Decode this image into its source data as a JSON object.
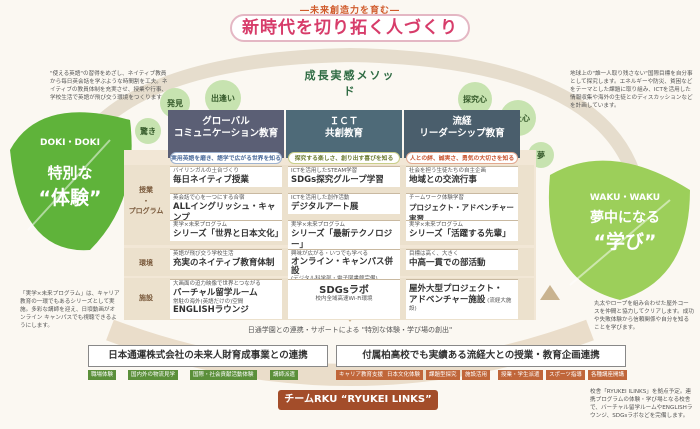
{
  "header": {
    "tagline": "―未来創造力を育む―",
    "title": "新時代を切り拓く人づくり",
    "method": "成長実感メソッド"
  },
  "notes": {
    "left_top": "\"使える英語\"の習得をめざし、ネイティブ教員から毎日英会話を学ぶような時間割を工夫。ネイティブの教員体制を充実させ、授業や行事、学校生活で英語が飛び交う環境をつくります。",
    "right_top": "地球上の\"誰一人取り残さない\"国際目標を自分事として探究します。エネルギーや防災、貧困などをテーマとした課題に取り組み、ICTを活用した情報収集や海外の生徒とのディスカッションなどを計画しています。",
    "left_bottom": "「実学×未来プログラム」は、キャリア教育の一環でもあるシリーズとして実施。多彩な講師を迎え、日頃動画がオンライン キャンパスでも視聴できるようにします。",
    "right_bottom": "丸太やロープを組み合わせた屋外コースを仲間と協力してクリアします。成功や失敗体験から信頼関係や自分を知ることを学びます。",
    "bottom_right": "校舎「RYUKEI ILINKS」を拠点予定。連携プログラムの体験・学び場となる校舎で、バーチャル留学ルームやENGLISHラウンジ、SDGsラボなどを完備します。"
  },
  "left_leaf": {
    "top": "DOKI・DOKI",
    "l1": "特別な",
    "l2": "“体験”"
  },
  "right_leaf": {
    "top": "WAKU・WAKU",
    "l1": "夢中になる",
    "l2": "“学び”"
  },
  "bubbles": {
    "b1": "驚き",
    "b2": "発見",
    "b3": "出逢い",
    "b4": "探究心",
    "b5": "向上心",
    "b6": "夢"
  },
  "columns": [
    {
      "head": "グローバル\nコミュニケーション教育",
      "pill": "実用英語を磨き、語学で広がる世界を知る"
    },
    {
      "head": "ＩＣＴ\n共創教育",
      "pill": "探究する楽しさ、創り出す喜びを知る"
    },
    {
      "head": "流経\nリーダーシップ教育",
      "pill": "人との絆、誠実さ、勇気の大切さを知る"
    }
  ],
  "row_labels": {
    "program1": "授業",
    "program2": "・",
    "program3": "プログラム",
    "env": "環境",
    "facility": "施設"
  },
  "cells": {
    "c1a_s": "バイリンガルの土台づくり",
    "c1a_h": "毎日ネイティブ授業",
    "c1b_s": "英会話で心を一つにする合宿",
    "c1b_h": "ALLイングリッシュ・キャンプ",
    "c1c_s": "実学×未来プログラム",
    "c1c_h": "シリーズ「世界と日本文化」",
    "c2a_s": "ICTを活用したSTEAM学習",
    "c2a_h": "SDGs探究グループ学習",
    "c2b_s": "ICTを活用した創作活動",
    "c2b_h": "デジタルアート展",
    "c2c_s": "実学×未来プログラム",
    "c2c_h": "シリーズ「最新テクノロジー」",
    "c3a_s": "社会を担う生徒たちの自主企画",
    "c3a_h": "地域との交流行事",
    "c3b_s": "チームワーク体験学習",
    "c3b_h": "プロジェクト・アドベンチャー実習",
    "c3c_s": "実学×未来プログラム",
    "c3c_h": "シリーズ「活躍する先輩」",
    "e1_s": "英語が飛び交う学校生活",
    "e1_h": "充実のネイティブ教育体制",
    "e2_s": "興味が広がる・いつでも学べる",
    "e2_h": "オンライン・キャンパス併設",
    "e2_n": "(デジタル科学部・電子図書館完備)",
    "e3_s": "目標は高く、大きく",
    "e3_h": "中高一貫での部活動",
    "f1_s": "大画面の迫力映像で世界とつながる",
    "f1_h": "バーチャル留学ルーム",
    "f1_s2": "常駐の海外(英語だけの)空間",
    "f1_h2": "ENGLISHラウンジ",
    "f2_h": "SDGsラボ",
    "f2_n": "校内全域高速Wi-Fi環境",
    "f3_h": "屋外大型プロジェクト・",
    "f3_h2": "アドベンチャー施設",
    "f3_n": "(流経大施設)"
  },
  "bottom": {
    "support": "日通学園との連携・サポートによる \"特別な体験・学び場の創出\"",
    "box1": "日本通運株式会社の未来人財育成事業との連携",
    "box2": "付属柏高校でも実績ある流経大との授業・教育企画連携",
    "tags1": [
      "職場体験",
      "国内外の物流見学",
      "国際・社会貢献活動体験",
      "講師派遣"
    ],
    "tags2": [
      "キャリア教育支援",
      "日本文化体験",
      "課題型探究",
      "施設活用",
      "授業・学生派遣",
      "スポーツ指導",
      "各種講座開講"
    ],
    "rku": "チームRKU “RYUKEI LINKS”"
  },
  "colors": {
    "green": "#6dbb3f",
    "light_green": "#c7e3b0",
    "pink": "#d73c6a",
    "brown": "#a34d2a",
    "gray_head": "#5b5f75"
  }
}
